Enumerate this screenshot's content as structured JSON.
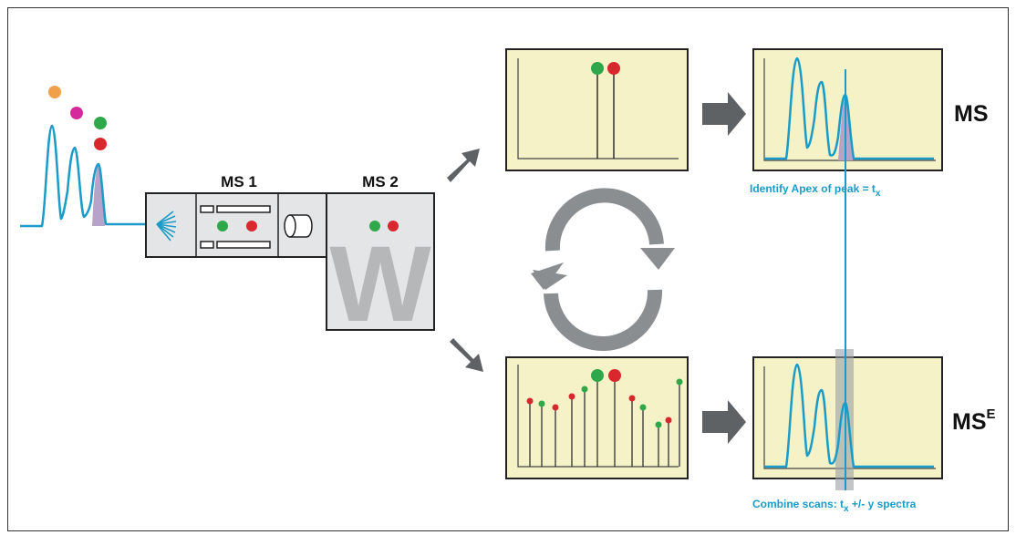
{
  "labels": {
    "ms1": "MS 1",
    "ms2": "MS 2",
    "ms": "MS",
    "mse_base": "MS",
    "mse_sup": "E",
    "identify_pre": "Identify Apex of peak = t",
    "identify_sub": "x",
    "combine_pre": "Combine scans: t",
    "combine_sub": "x",
    "combine_post": " +/- y spectra",
    "ms2_letter": "W"
  },
  "colors": {
    "trace": "#1a9bc8",
    "panel_fill": "#f6f2c7",
    "device_fill": "#e4e5e7",
    "arrow_gray": "#5f6264",
    "cycle_gray": "#8b8e91",
    "dot_green": "#2ea84a",
    "dot_red": "#d8282e",
    "dot_orange": "#f0a04a",
    "dot_magenta": "#d42a9c",
    "highlight": "#b7a2c9",
    "label_blue": "#1a9bc8"
  },
  "icons": [
    "electrospray-icon",
    "cycle-arrows-icon",
    "right-arrow-icon"
  ]
}
